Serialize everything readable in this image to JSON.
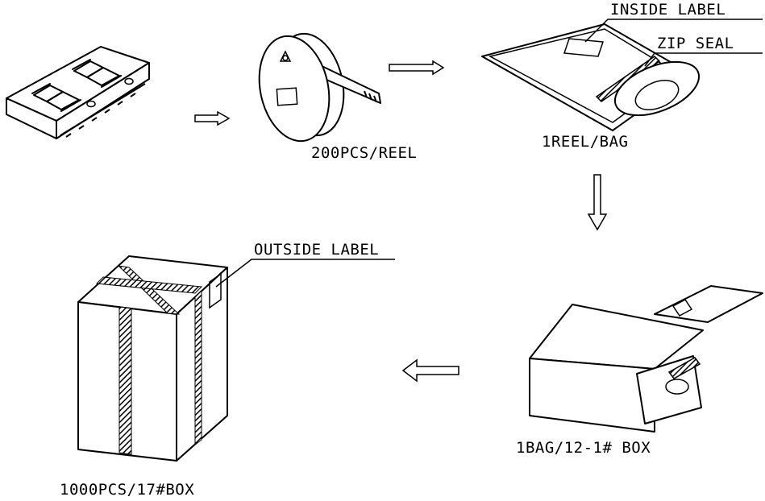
{
  "labels": {
    "reel_qty": "200PCS/REEL",
    "bag_qty": "1REEL/BAG",
    "inside_label": "INSIDE LABEL",
    "zip_seal": "ZIP SEAL",
    "outside_label": "OUTSIDE LABEL",
    "inner_box": "1BAG/12-1# BOX",
    "outer_box": "1000PCS/17#BOX"
  },
  "icons": [
    "arrow-right-icon",
    "arrow-down-icon",
    "arrow-left-icon"
  ],
  "colors": {
    "line": "#000000",
    "background": "#ffffff"
  }
}
